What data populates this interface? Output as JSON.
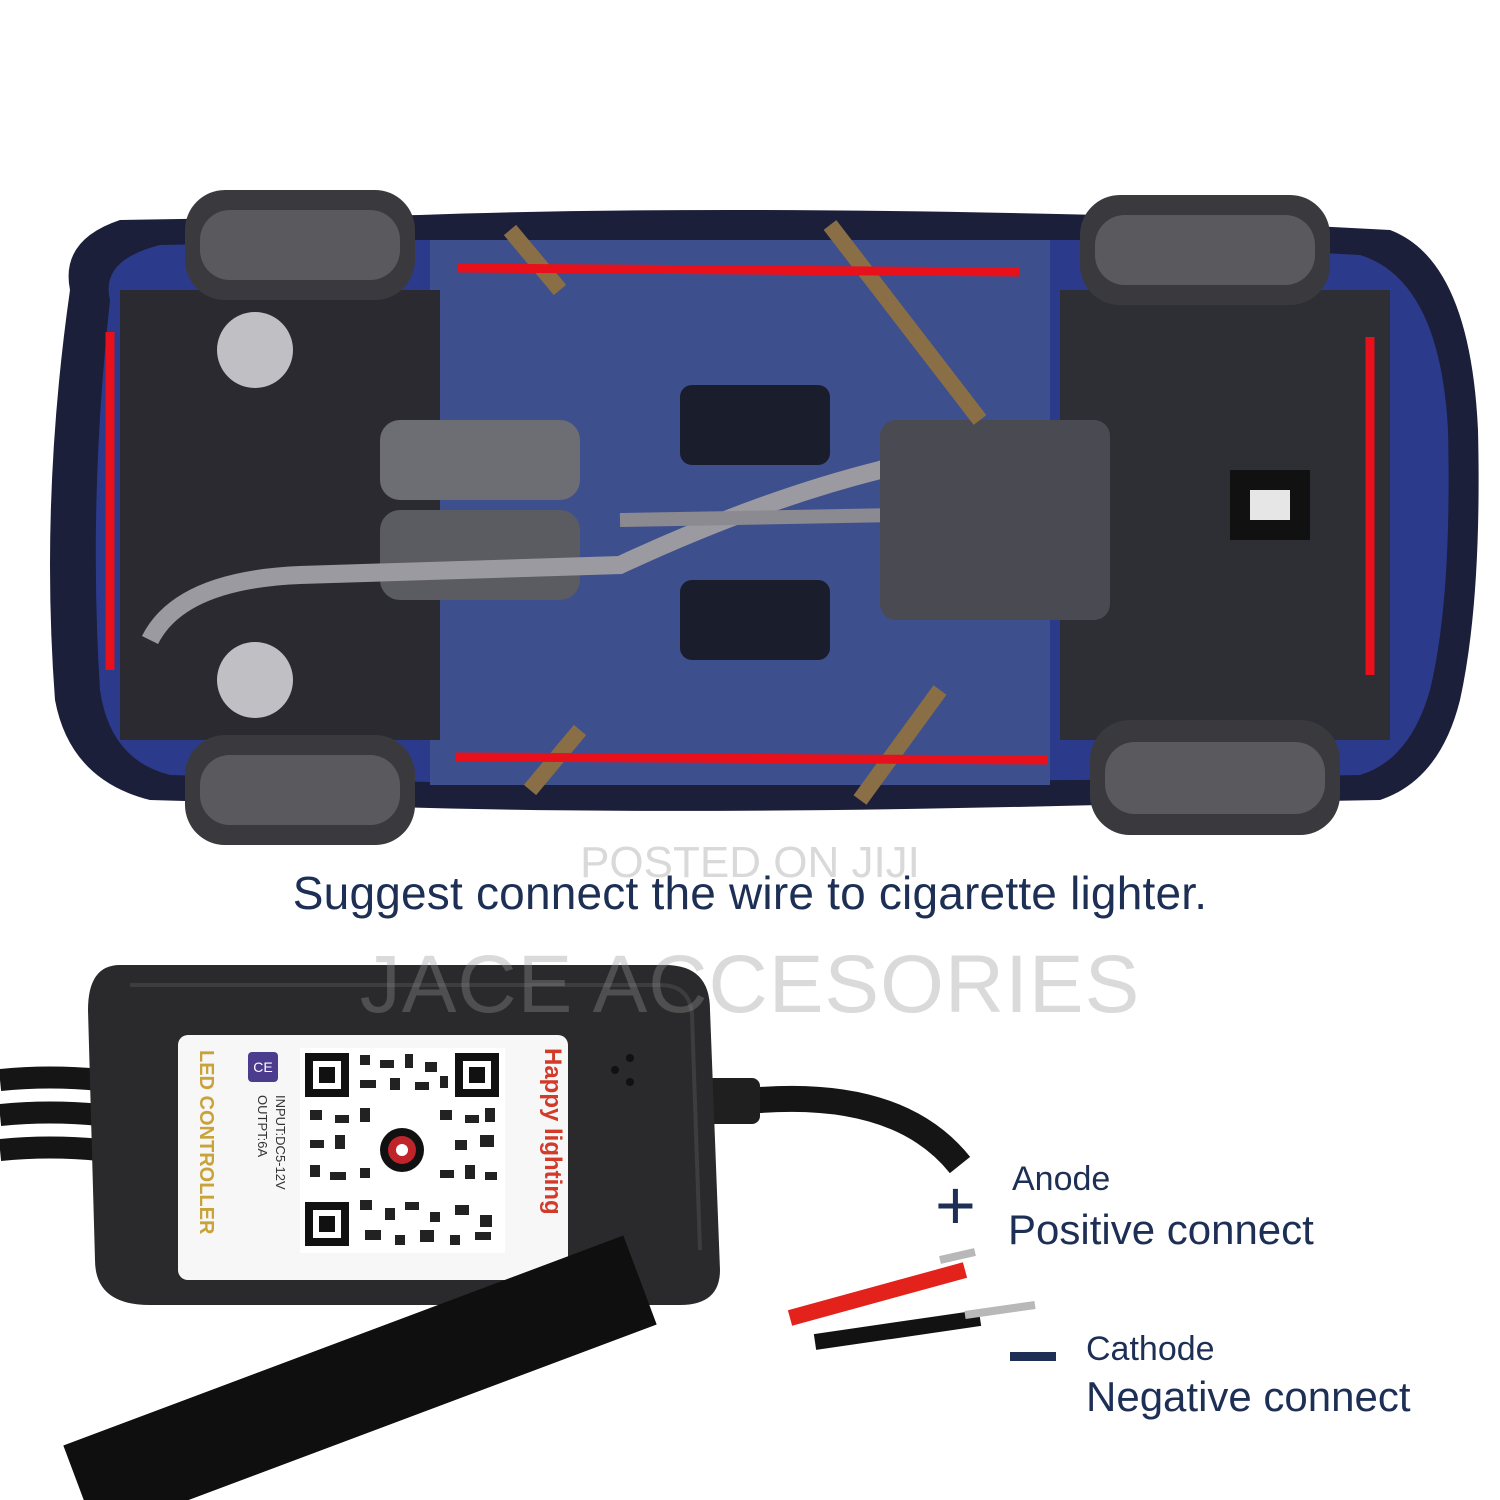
{
  "caption": "Suggest connect the wire to cigarette lighter.",
  "watermark": {
    "line1": "POSTED ON JIJI",
    "line2": "JACE ACCESORIES"
  },
  "anode": {
    "symbol": "+",
    "title": "Anode",
    "description": "Positive connect"
  },
  "cathode": {
    "title": "Cathode",
    "description": "Negative connect"
  },
  "controller_label": {
    "brand": "Happy lighting",
    "product": "LED CONTROLLER",
    "output": "OUTPT:6A",
    "input": "INPUT:DC5-12V",
    "cert": "CE"
  },
  "colors": {
    "led_strip": "#e8101a",
    "text_navy": "#1d2f55",
    "car_body": "#2c3a8c",
    "underbody": "#3e4f8e"
  }
}
